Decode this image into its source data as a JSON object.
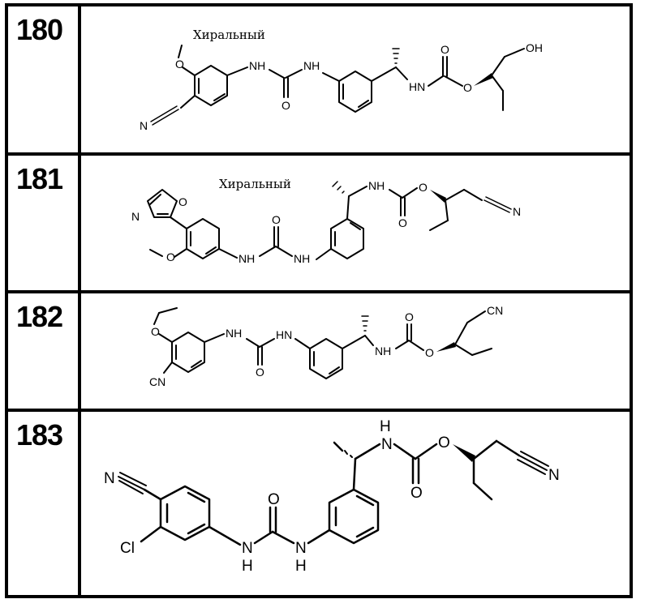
{
  "rows": [
    {
      "number": "180",
      "label": "Хиральный"
    },
    {
      "number": "181",
      "label": "Хиральный"
    },
    {
      "number": "182",
      "label": ""
    },
    {
      "number": "183",
      "label": ""
    }
  ],
  "atoms": {
    "nitrile_n": "N",
    "o": "O",
    "oh": "OH",
    "nh": "NH",
    "hn": "HN",
    "h": "H",
    "n": "N",
    "cn": "CN",
    "cl": "Cl"
  }
}
